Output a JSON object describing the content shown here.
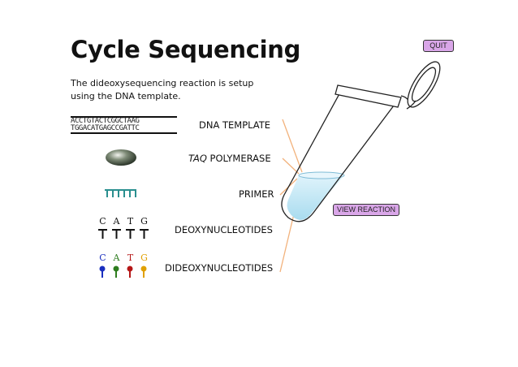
{
  "title": "Cycle Sequencing",
  "subtitle": "The dideoxysequencing reaction is setup using the DNA template.",
  "buttons": {
    "quit": "QUIT",
    "view_reaction": "VIEW REACTION"
  },
  "dna": {
    "top_strand": "ACCTGTACTCGGCTAAG",
    "bottom_strand": "TGGACATGAGCCGATTC"
  },
  "labels": {
    "dna_template": "DNA TEMPLATE",
    "taq_italic": "TAQ",
    "polymerase": " POLYMERASE",
    "primer": "PRIMER",
    "deoxy": "DEOXYNUCLEOTIDES",
    "dideoxy": "DIDEOXYNUCLEOTIDES"
  },
  "nucleotides": [
    "C",
    "A",
    "T",
    "G"
  ],
  "colors": {
    "quit_button": "#d9a6e8",
    "primer": "#2a8f8f",
    "polymerase": "#5b6b55",
    "dd_C": "#1a2fbf",
    "dd_A": "#2e7d1f",
    "dd_T": "#b51616",
    "dd_G": "#e0a000",
    "pointer_lines": "#f2b27c"
  }
}
